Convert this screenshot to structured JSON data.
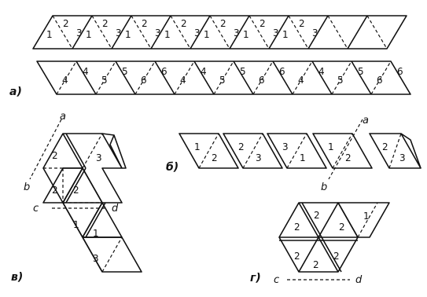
{
  "figure": {
    "panel_labels": {
      "a": "а)",
      "b": "б)",
      "v": "в)",
      "g": "г)"
    },
    "strip1_numbers": [
      "1",
      "2",
      "3",
      "1",
      "2",
      "3",
      "1",
      "2",
      "3",
      "1",
      "2",
      "3",
      "1",
      "2",
      "3",
      "1",
      "2",
      "3",
      "1",
      "2",
      "3"
    ],
    "strip2_numbers": [
      "4",
      "4",
      "5",
      "5",
      "6",
      "6",
      "4",
      "4",
      "5",
      "5",
      "6",
      "6",
      "4",
      "4",
      "5",
      "5",
      "6",
      "6"
    ],
    "panel_v": {
      "numbers": [
        "2",
        "3",
        "2",
        "2",
        "1",
        "1",
        "3"
      ],
      "line_letters": [
        "a",
        "b",
        "c",
        "d"
      ]
    },
    "panel_b": {
      "numbers": [
        "1",
        "2",
        "2",
        "3",
        "3",
        "1",
        "1",
        "2",
        "2",
        "3"
      ],
      "line_letters": [
        "a",
        "b"
      ]
    },
    "panel_g": {
      "numbers": [
        "2",
        "2",
        "2",
        "1",
        "2",
        "2",
        "2"
      ],
      "line_letters": [
        "c",
        "d"
      ]
    }
  }
}
